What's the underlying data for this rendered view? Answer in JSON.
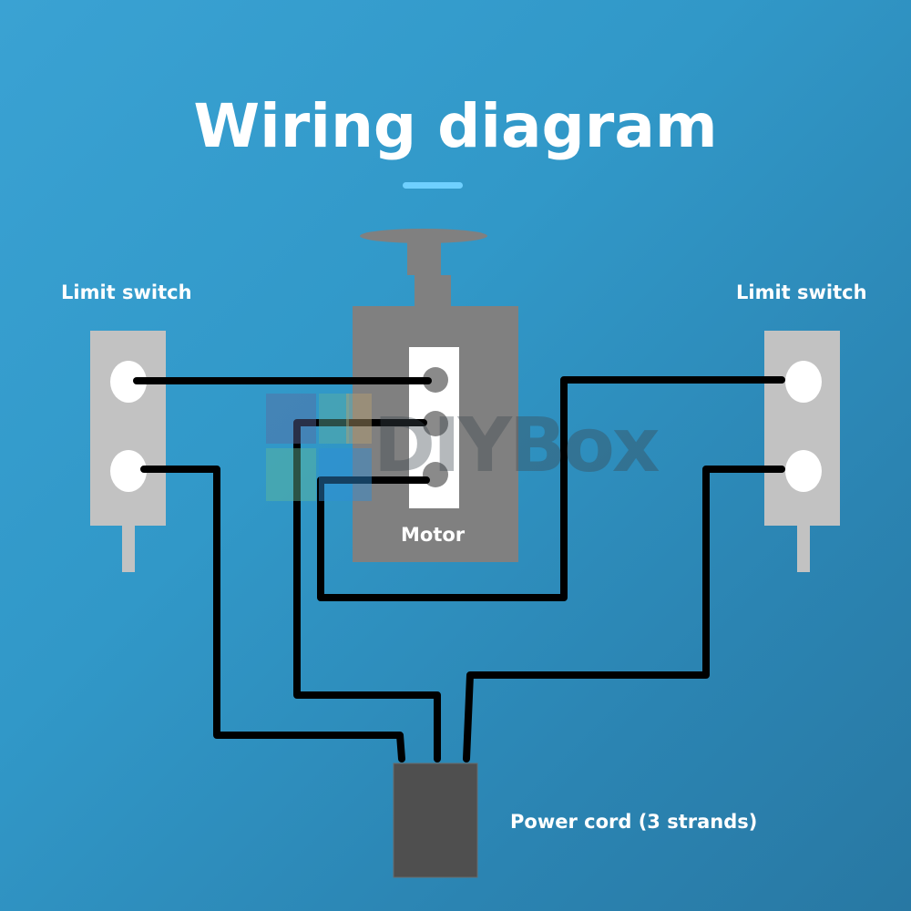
{
  "title": "Wiring diagram",
  "labels": {
    "limit_switch_left": "Limit switch",
    "limit_switch_right": "Limit switch",
    "motor": "Motor",
    "power_cord": "Power cord (3 strands)"
  },
  "watermark": {
    "text": "DIYBox"
  },
  "components": [
    {
      "id": "limit-switch-left",
      "name": "Limit switch",
      "terminals": 2
    },
    {
      "id": "motor",
      "name": "Motor",
      "terminals": 3
    },
    {
      "id": "limit-switch-right",
      "name": "Limit switch",
      "terminals": 2
    },
    {
      "id": "power-cord",
      "name": "Power cord (3 strands)",
      "strands": 3
    }
  ],
  "connections": [
    {
      "from": "limit-switch-left.terminal-1",
      "to": "motor.terminal-1"
    },
    {
      "from": "limit-switch-left.terminal-2",
      "to": "power-cord.strand-1"
    },
    {
      "from": "motor.terminal-2",
      "to": "power-cord.strand-2"
    },
    {
      "from": "motor.terminal-3",
      "to": "limit-switch-right.terminal-1"
    },
    {
      "from": "limit-switch-right.terminal-2",
      "to": "power-cord.strand-3"
    }
  ],
  "colors": {
    "background_start": "#3aa2d3",
    "background_end": "#2878a3",
    "component_gray": "#808080",
    "switch_gray": "#c0c0c0",
    "power_cord": "#4f4f4f",
    "wire": "#000000",
    "accent_underline": "#6fd0ff"
  }
}
